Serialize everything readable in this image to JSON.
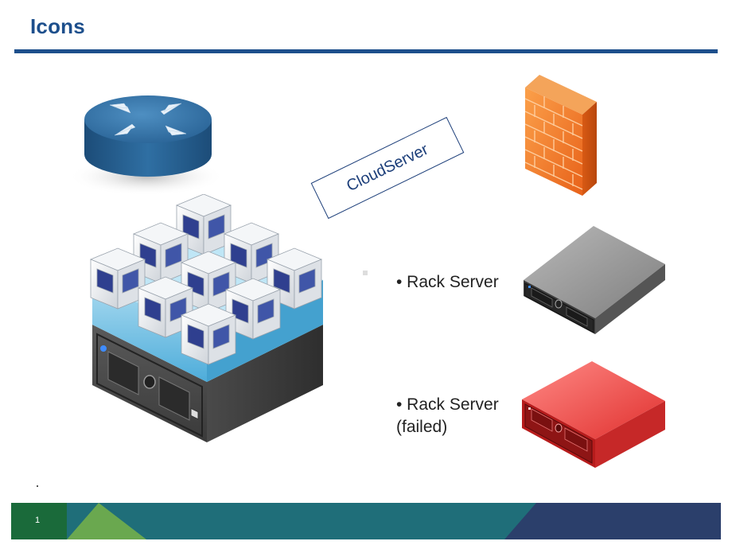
{
  "slide": {
    "title": "Icons",
    "page_number": "1"
  },
  "labels": {
    "cloud_server": "CloudServer",
    "rack_server": "• Rack Server",
    "rack_server_failed": "• Rack Server\n(failed)"
  },
  "icons": {
    "router": "router-icon",
    "cloud_server": "cloud-server-icon",
    "firewall": "firewall-icon",
    "rack_server": "rack-server-icon",
    "rack_server_failed": "rack-server-failed-icon"
  },
  "colors": {
    "title": "#1d4f8c",
    "footer_teal": "#1f6e79",
    "footer_green": "#6aa84f",
    "footer_navy": "#2b3f6b",
    "firewall": "#f07a1e",
    "server_grey": "#6e6e6e",
    "server_failed": "#e0282a",
    "router": "#2f6fa3"
  }
}
